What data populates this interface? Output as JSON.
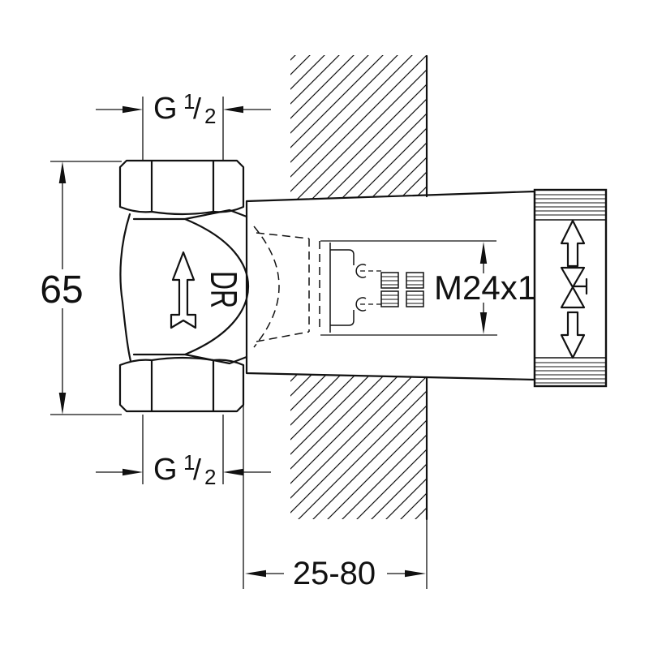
{
  "labels": {
    "pipe_thread": {
      "prefix": "G",
      "numerator": "1",
      "separator": "/",
      "denominator": "2"
    },
    "body_height": "65",
    "flow_marking": "DR",
    "spindle_thread": "M24x1",
    "installation_depth_range": "25-80"
  },
  "colors": {
    "line": "#111111",
    "background": "#ffffff"
  }
}
